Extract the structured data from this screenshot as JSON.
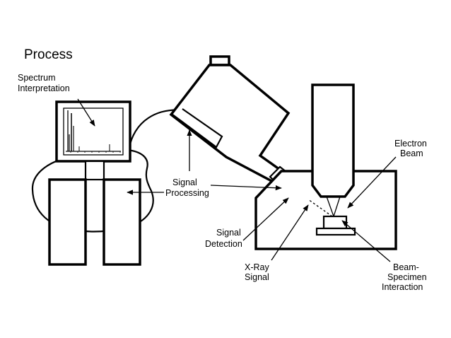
{
  "title": "Process",
  "labels": {
    "spectrum_line1": "Spectrum",
    "spectrum_line2": "Interpretation",
    "signal_processing_line1": "Signal",
    "signal_processing_line2": "Processing",
    "signal_detection_line1": "Signal",
    "signal_detection_line2": "Detection",
    "electron_beam_line1": "Electron",
    "electron_beam_line2": "Beam",
    "xray_line1": "X-Ray",
    "xray_line2": "Signal",
    "interaction_line1": "Beam-",
    "interaction_line2": "Specimen",
    "interaction_line3": "Interaction"
  },
  "colors": {
    "ink": "#000000",
    "background": "#ffffff"
  }
}
